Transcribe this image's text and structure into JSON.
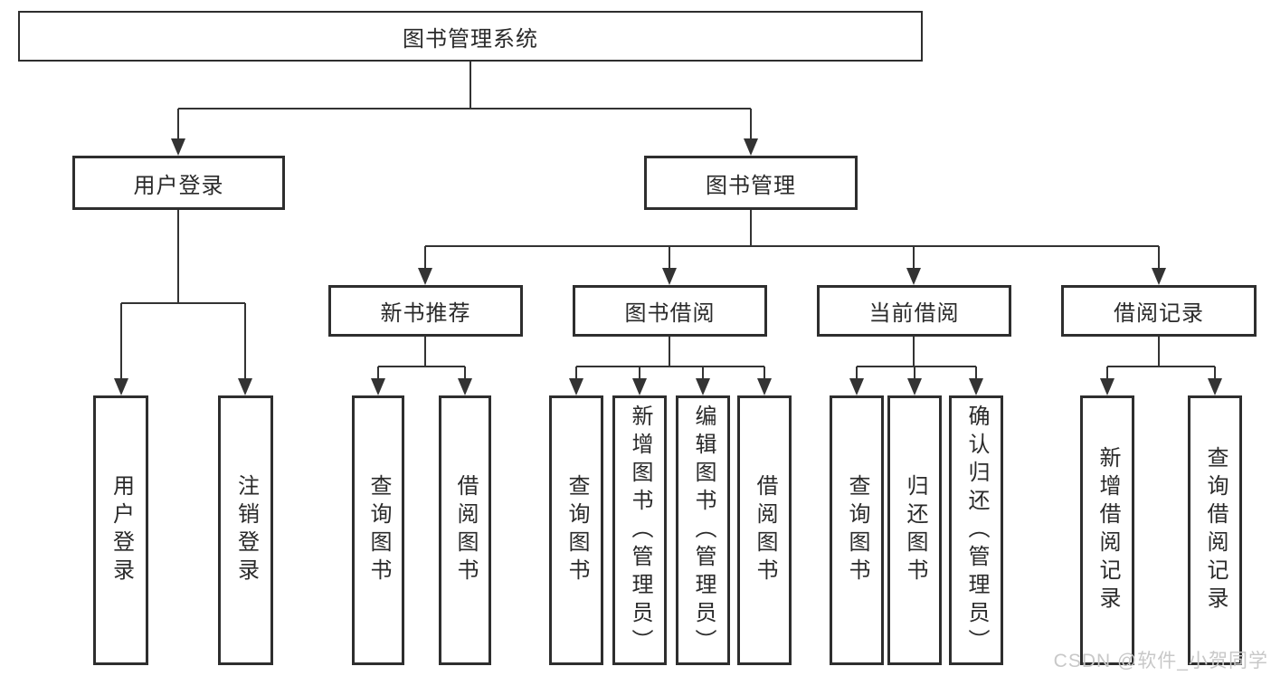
{
  "diagram": {
    "root": {
      "label": "图书管理系统"
    },
    "branches": {
      "user_login": {
        "label": "用户登录",
        "children": [
          "用户登录",
          "注销登录"
        ]
      },
      "book_mgmt": {
        "label": "图书管理",
        "children": {
          "new_books": {
            "label": "新书推荐",
            "children": [
              "查询图书",
              "借阅图书"
            ]
          },
          "book_borrow": {
            "label": "图书借阅",
            "children": [
              "查询图书",
              "新增图书（管理员）",
              "编辑图书（管理员）",
              "借阅图书"
            ]
          },
          "current_borrow": {
            "label": "当前借阅",
            "children": [
              "查询图书",
              "归还图书",
              "确认归还（管理员）"
            ]
          },
          "borrow_records": {
            "label": "借阅记录",
            "children": [
              "新增借阅记录",
              "查询借阅记录"
            ]
          }
        }
      }
    },
    "watermark": "CSDN @软件_小贺同学",
    "colors": {
      "line": "#333333",
      "box_border": "#2e2e2e",
      "text": "#2a2a2a",
      "watermark": "#c8c8c8",
      "background": "#ffffff"
    }
  }
}
